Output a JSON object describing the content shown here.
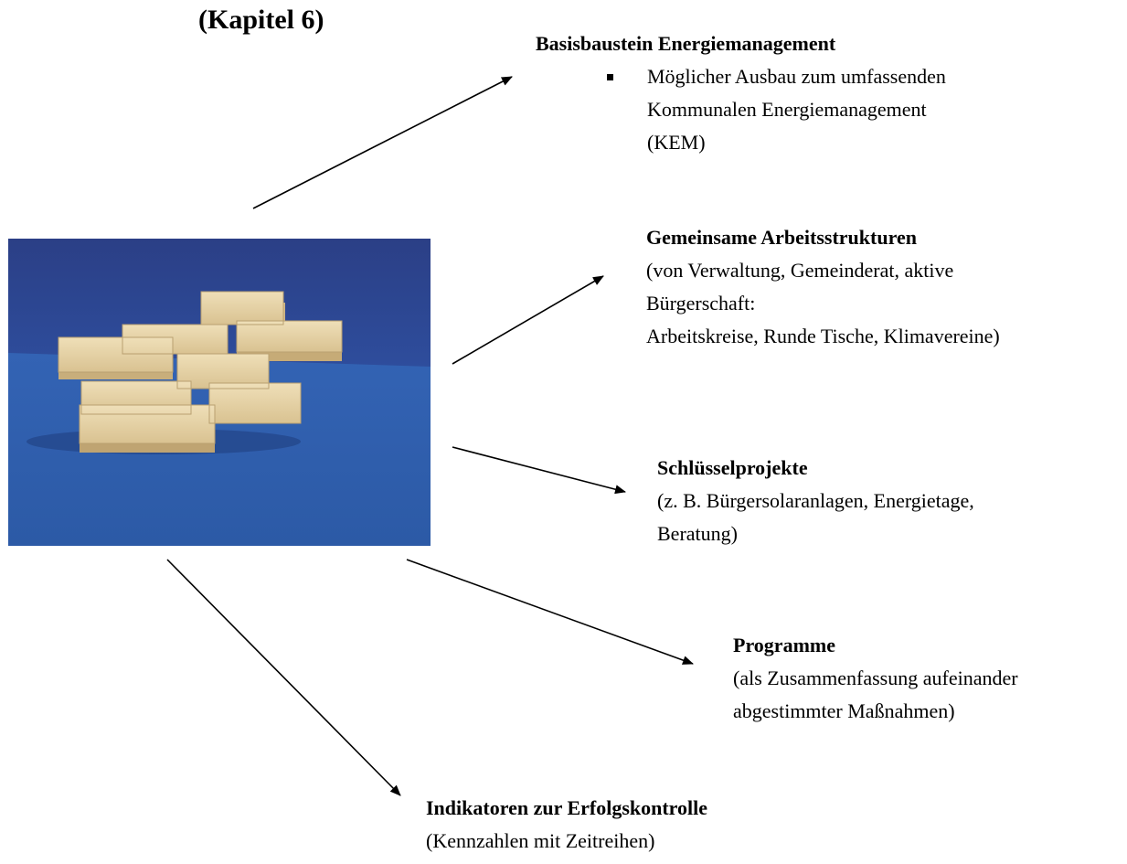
{
  "title": "(Kapitel 6)",
  "items": [
    {
      "heading": "Basisbaustein Energiemanagement",
      "bullet_lines": [
        "Möglicher Ausbau zum umfassenden",
        "Kommunalen Energiemanagement",
        "(KEM)"
      ]
    },
    {
      "heading": "Gemeinsame Arbeitsstrukturen",
      "lines": [
        "(von Verwaltung, Gemeinderat,  aktive",
        "Bürgerschaft:",
        "Arbeitskreise, Runde Tische, Klimavereine)"
      ]
    },
    {
      "heading": "Schlüsselprojekte",
      "lines": [
        "(z. B. Bürgersolaranlagen, Energietage,",
        "Beratung)"
      ]
    },
    {
      "heading": "Programme",
      "lines": [
        "(als Zusammenfassung aufeinander",
        "abgestimmter Maßnahmen)"
      ]
    },
    {
      "heading": "Indikatoren zur Erfolgskontrolle",
      "lines": [
        "(Kennzahlen mit Zeitreihen)"
      ]
    }
  ],
  "colors": {
    "photo_background": "#2a4a9a",
    "blocks": "#e6d3a8"
  }
}
